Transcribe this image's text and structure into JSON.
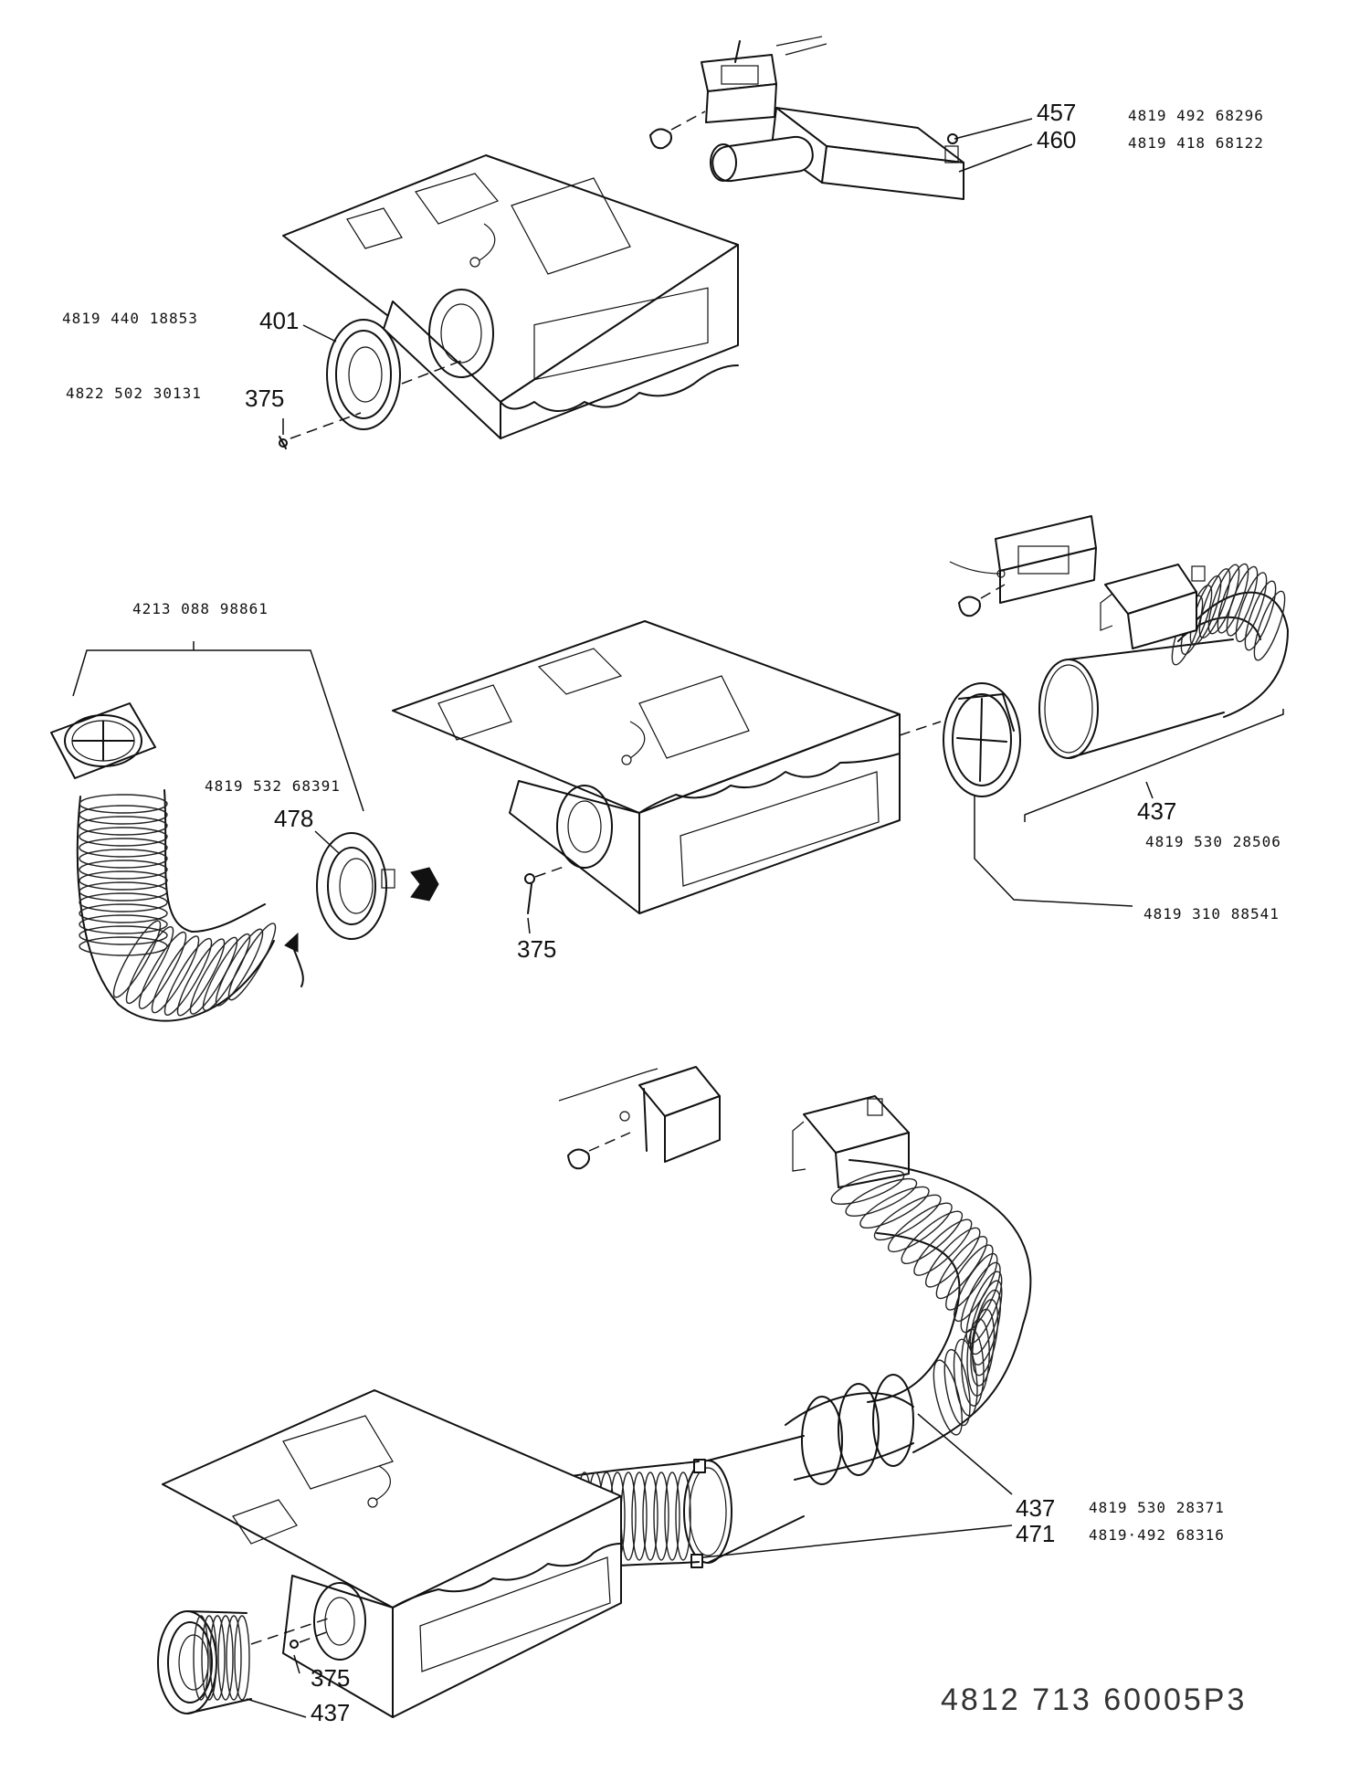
{
  "callouts": {
    "c457": "457",
    "c460": "460",
    "c401": "401",
    "c375a": "375",
    "c478": "478",
    "c375b": "375",
    "c437a": "437",
    "c437b": "437",
    "c471": "471",
    "c375c": "375",
    "c437c": "437"
  },
  "part_numbers": {
    "p457": "4819 492 68296",
    "p460": "4819 418 68122",
    "p401": "4819 440 18853",
    "p375": "4822 502 30131",
    "p_kit": "4213 088 98861",
    "p478": "4819 532 68391",
    "p437a": "4819 530 28506",
    "p_ring": "4819 310 88541",
    "p437b": "4819 530 28371",
    "p471": "4819·492 68316"
  },
  "document_number": "4812  713  60005P3"
}
